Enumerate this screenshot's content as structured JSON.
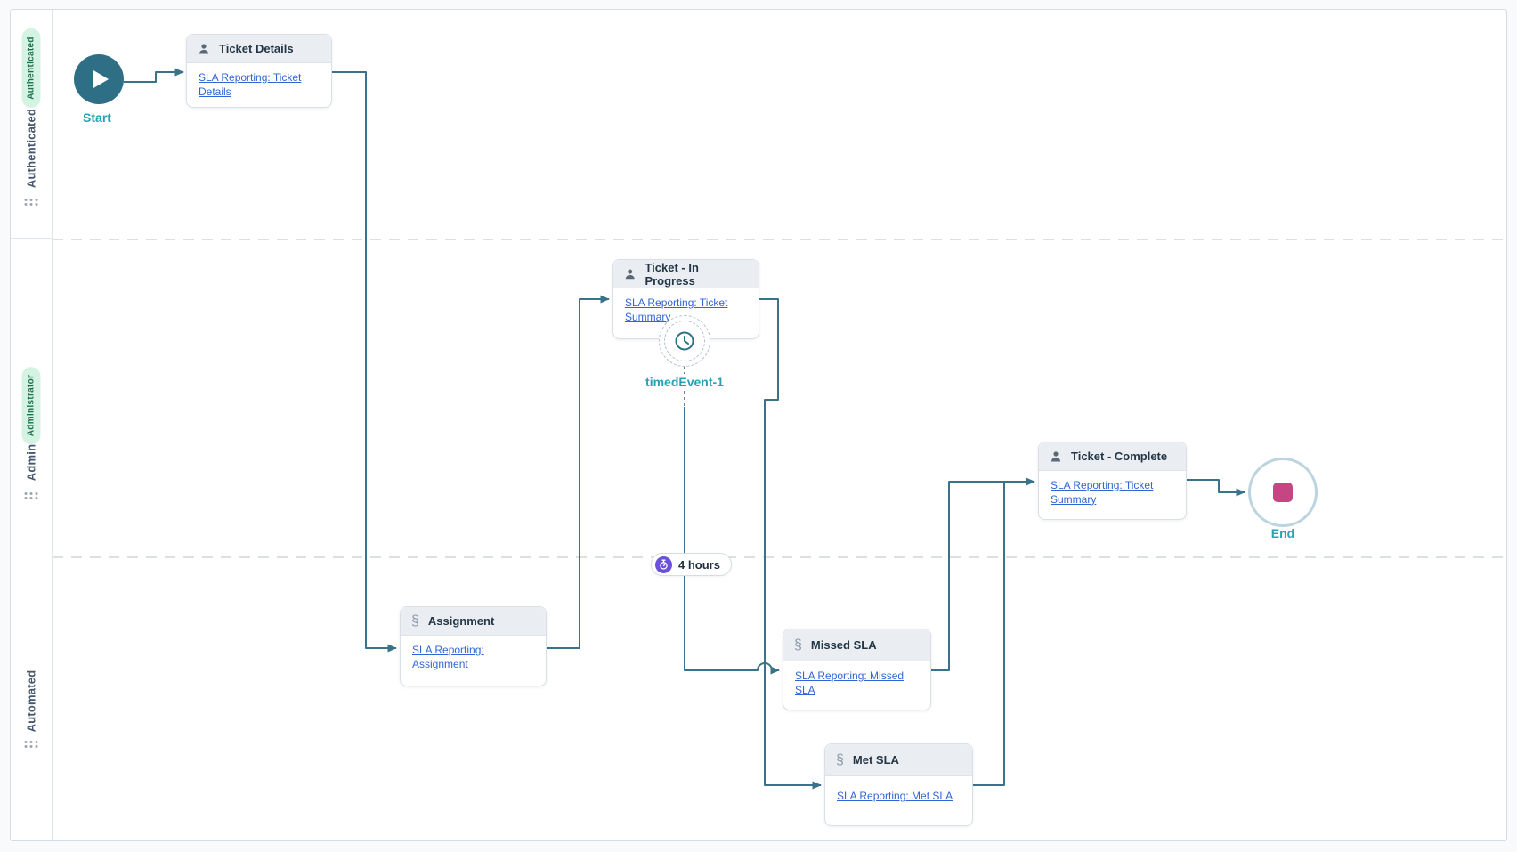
{
  "diagram": {
    "lanes": [
      {
        "role_badge": "Authenticated",
        "name": "Authenticated"
      },
      {
        "role_badge": "Administrator",
        "name": "Admin"
      },
      {
        "name": "Automated"
      }
    ],
    "events": {
      "start": {
        "label": "Start"
      },
      "end": {
        "label": "End"
      },
      "timer": {
        "label": "timedEvent-1"
      },
      "timer_duration": {
        "label": "4 hours"
      }
    },
    "tasks": [
      {
        "title": "Ticket Details",
        "icon": "user",
        "link": "SLA Reporting: Ticket\nDetails"
      },
      {
        "title": "Ticket - In Progress",
        "icon": "user",
        "link": "SLA Reporting: Ticket\nSummary"
      },
      {
        "title": "Assignment",
        "icon": "script",
        "link": "SLA Reporting:\nAssignment"
      },
      {
        "title": "Missed SLA",
        "icon": "script",
        "link": "SLA Reporting: Missed\nSLA"
      },
      {
        "title": "Met SLA",
        "icon": "script",
        "link": "SLA Reporting: Met SLA"
      },
      {
        "title": "Ticket - Complete",
        "icon": "user",
        "link": "SLA Reporting: Ticket\nSummary"
      }
    ],
    "script_icon_glyph": "§"
  },
  "colors": {
    "edge_teal": "#3a7389",
    "event_label_teal": "#2aa0b5",
    "start_fill": "#2e6f85",
    "end_border": "#bbd4df",
    "end_square_pink": "#c64583",
    "link_blue": "#3165d4",
    "card_header_bg": "#eaeef3",
    "card_border": "#d9e0e7",
    "lane_badge_bg": "#d5f3e2",
    "lane_badge_text": "#1c7150",
    "lane_name_text": "#46586f",
    "timer_badge_purple": "#6b50dc"
  }
}
